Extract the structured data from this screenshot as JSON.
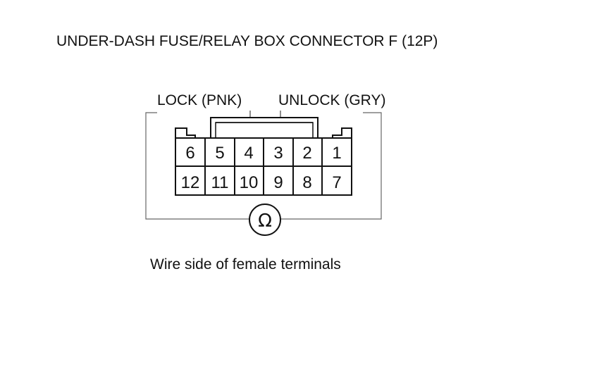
{
  "diagram": {
    "title": "UNDER-DASH FUSE/RELAY BOX CONNECTOR F (12P)",
    "labels": {
      "lock": "LOCK (PNK)",
      "unlock": "UNLOCK (GRY)"
    },
    "caption": "Wire side of female terminals",
    "meter_symbol": "Ω",
    "connector": {
      "top_row": [
        "6",
        "5",
        "4",
        "3",
        "2",
        "1"
      ],
      "bottom_row": [
        "12",
        "11",
        "10",
        "9",
        "8",
        "7"
      ]
    }
  }
}
